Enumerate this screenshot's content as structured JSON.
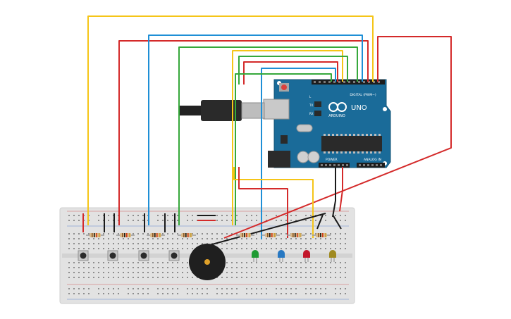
{
  "board": {
    "brand_label": "UNO",
    "logo_text": "ARDUINO",
    "digital_label": "DIGITAL (PWM~)",
    "power_label": "POWER",
    "analog_label": "ANALOG IN",
    "tx_label": "TX",
    "rx_label": "RX",
    "l_label": "L"
  },
  "colors": {
    "board_blue": "#1a6b99",
    "wire_yellow": "#f5c518",
    "wire_red": "#d42a2a",
    "wire_blue": "#1e8fd6",
    "wire_green": "#36a83b",
    "wire_black": "#1a1a1a",
    "led_green": "#1e9a33",
    "led_blue": "#2778c2",
    "led_red": "#c2162a",
    "led_yellow": "#a08a20",
    "breadboard": "#e2e2e2"
  },
  "components": {
    "buttons": [
      "push-button",
      "push-button",
      "push-button",
      "push-button"
    ],
    "leds": [
      "green",
      "blue",
      "red",
      "yellow"
    ],
    "buzzer": "piezo-buzzer",
    "resistor_count": 8
  }
}
